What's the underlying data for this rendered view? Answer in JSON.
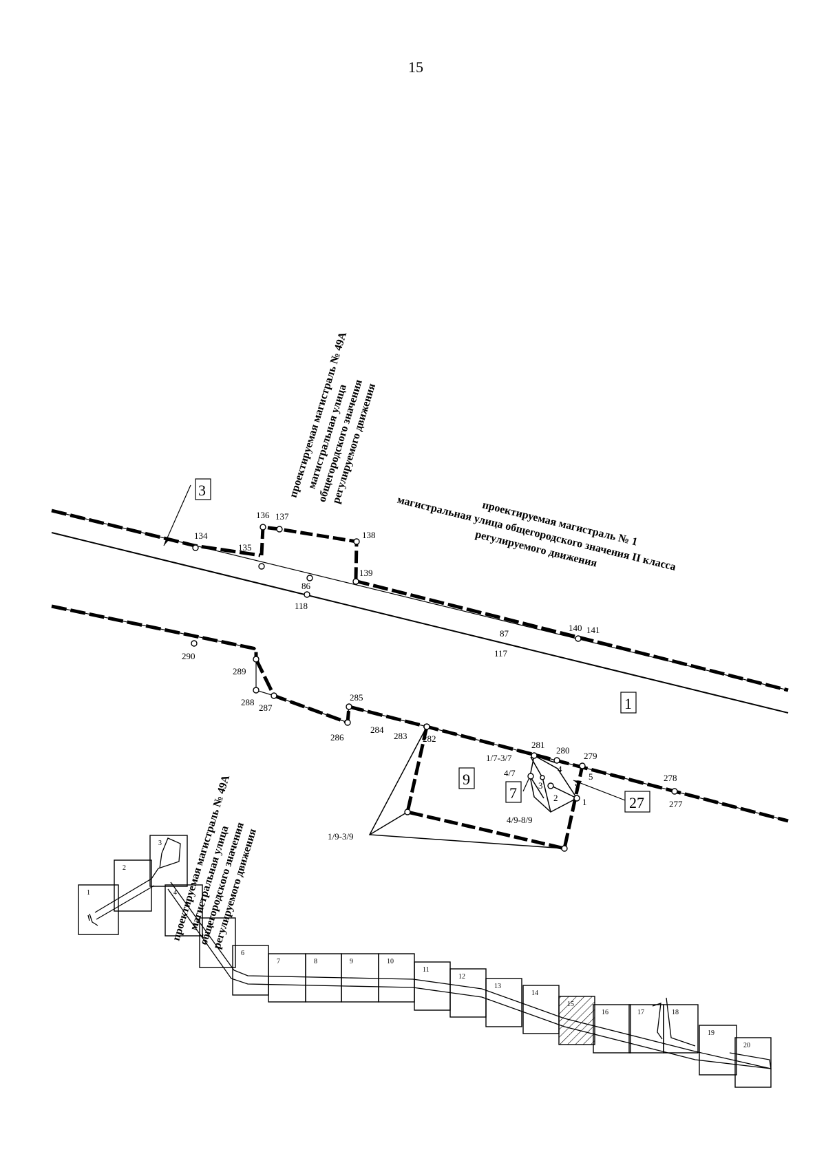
{
  "page_number": "15",
  "street_labels": {
    "top_49a": [
      "проектируемая магистраль № 49А",
      "магистральная улица",
      "общегородского значения",
      "регулируемого движения"
    ],
    "main_1": [
      "проектируемая магистраль № 1",
      "магистральная улица общегородского значения II класса",
      "регулируемого движения"
    ],
    "bottom_49a": [
      "проектируемая магистраль № 49А",
      "магистральная улица",
      "общегородского значения",
      "регулируемого движения"
    ]
  },
  "boxed_labels": [
    "3",
    "1",
    "9",
    "7",
    "27"
  ],
  "points": {
    "p134": "134",
    "p135": "135",
    "p136": "136",
    "p137": "137",
    "p138": "138",
    "p139": "139",
    "p86": "86",
    "p118": "118",
    "p87": "87",
    "p117": "117",
    "p140": "140",
    "p141": "141",
    "p290": "290",
    "p289": "289",
    "p288": "288",
    "p287": "287",
    "p286": "286",
    "p285": "285",
    "p284": "284",
    "p283": "283",
    "p282": "282",
    "p281": "281",
    "p280": "280",
    "p279": "279",
    "p278": "278",
    "p277": "277",
    "p1_7_3_7": "1/7-3/7",
    "p4_7": "4/7",
    "p4": "4",
    "p3": "3",
    "p2": "2",
    "p1": "1",
    "p5": "5",
    "p4_9_8_9": "4/9-8/9",
    "p1_9_3_9": "1/9-3/9"
  },
  "sheets": [
    "1",
    "2",
    "3",
    "4",
    "5",
    "6",
    "7",
    "8",
    "9",
    "10",
    "11",
    "12",
    "13",
    "14",
    "15",
    "16",
    "17",
    "18",
    "19",
    "20"
  ],
  "highlighted_sheet": "15"
}
